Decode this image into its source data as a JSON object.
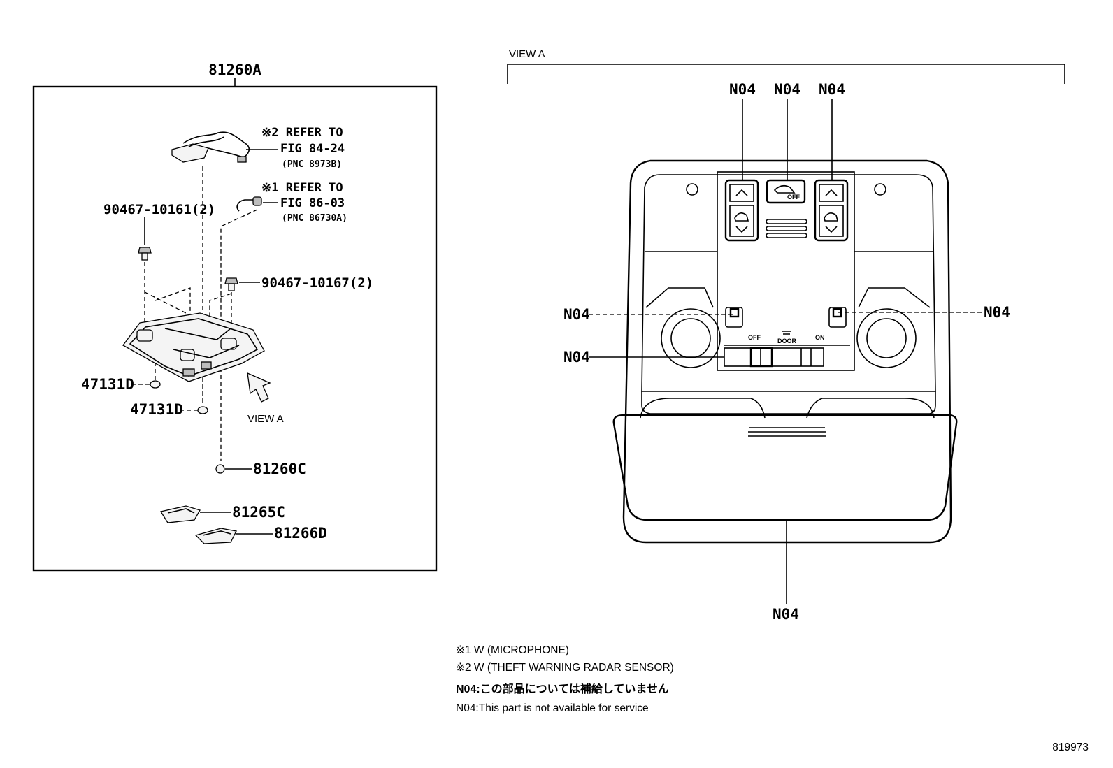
{
  "group_label": "81260A",
  "view_a_title": "VIEW A",
  "view_a_arrow_label": "VIEW A",
  "refs": {
    "r2_line1": "※2 REFER TO",
    "r2_line2": "FIG 84-24",
    "r2_line3": "(PNC 8973B)",
    "r1_line1": "※1 REFER TO",
    "r1_line2": "FIG 86-03",
    "r1_line3": "(PNC 86730A)"
  },
  "parts": {
    "clip_a": "90467-10161(2)",
    "clip_b": "90467-10167(2)",
    "plug_a": "47131D",
    "plug_b": "47131D",
    "cap": "81260C",
    "lens_c": "81265C",
    "lens_d": "81266D"
  },
  "callouts": {
    "top_1": "N04",
    "top_2": "N04",
    "top_3": "N04",
    "left_switch": "N04",
    "right_switch": "N04",
    "slide_switch": "N04",
    "bottom": "N04"
  },
  "switch_labels": {
    "off": "OFF",
    "door": "DOOR",
    "on": "ON",
    "btn_off": "OFF"
  },
  "notes": {
    "line1": "※1 W (MICROPHONE)",
    "line2": "※2 W (THEFT WARNING RADAR SENSOR)",
    "line3": "N04:この部品については補給していません",
    "line4": "N04:This part is not available for service"
  },
  "figure_number": "819973"
}
